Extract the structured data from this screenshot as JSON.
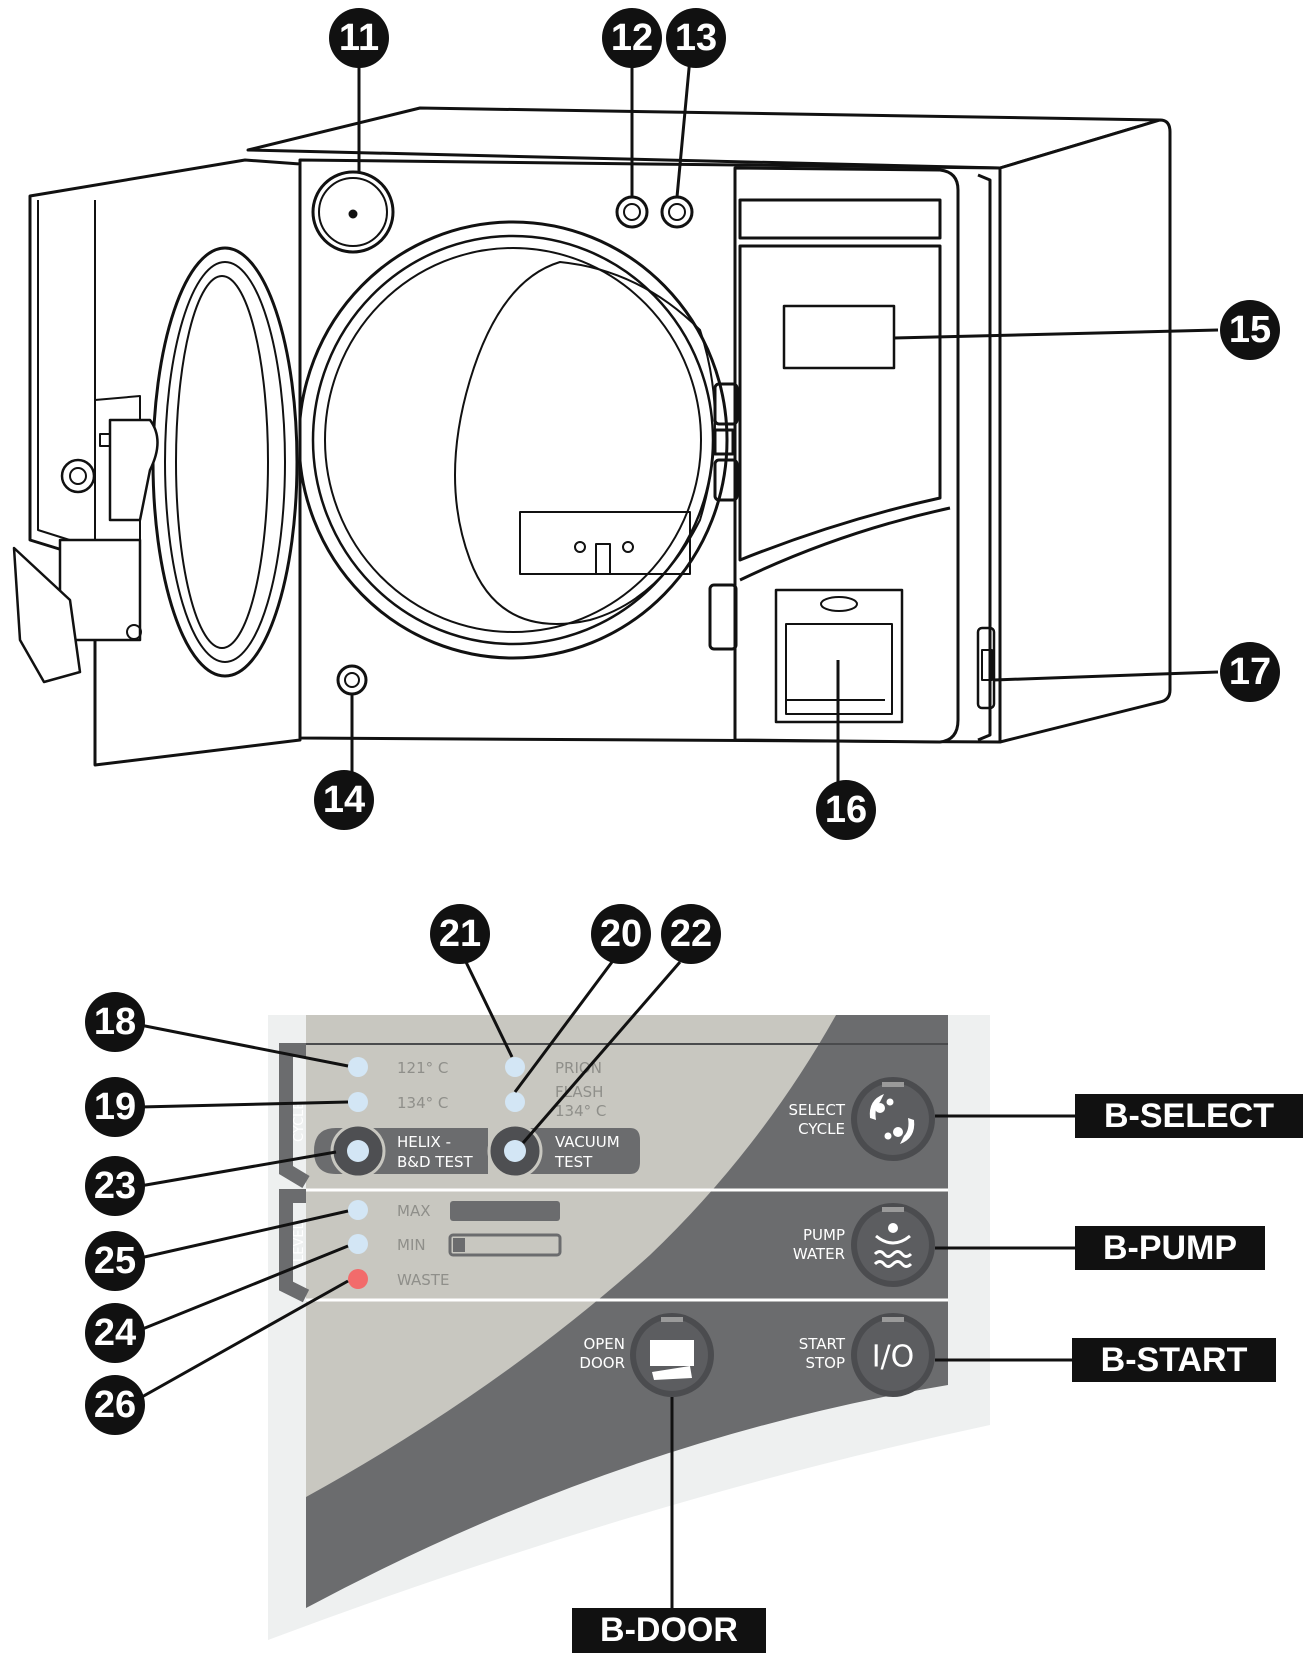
{
  "callouts": {
    "c11": "11",
    "c12": "12",
    "c13": "13",
    "c14": "14",
    "c15": "15",
    "c16": "16",
    "c17": "17",
    "c18": "18",
    "c19": "19",
    "c20": "20",
    "c21": "21",
    "c22": "22",
    "c23": "23",
    "c24": "24",
    "c25": "25",
    "c26": "26"
  },
  "panel": {
    "cycle_label": "CYCLE",
    "level_label": "LEVEL",
    "temp_121": "121° C",
    "temp_134": "134° C",
    "prion": "PRION",
    "flash_1": "FLASH",
    "flash_2": "134° C",
    "helix_1": "HELIX -",
    "helix_2": "B&D TEST",
    "vacuum_1": "VACUUM",
    "vacuum_2": "TEST",
    "max": "MAX",
    "min": "MIN",
    "waste": "WASTE",
    "select_1": "SELECT",
    "select_2": "CYCLE",
    "pump_1": "PUMP",
    "pump_2": "WATER",
    "start_1": "START",
    "start_2": "STOP",
    "start_symbol": "I/O",
    "open_1": "OPEN",
    "open_2": "DOOR"
  },
  "tags": {
    "select": "B-SELECT",
    "pump": "B-PUMP",
    "start": "B-START",
    "door": "B-DOOR"
  },
  "colors": {
    "led_blue": "#d3e6f5",
    "led_red": "#f26b6b",
    "panel_light": "#c8c7c0",
    "panel_dark": "#6b6c6e"
  }
}
